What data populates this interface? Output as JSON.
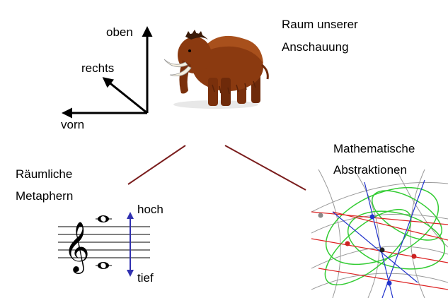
{
  "space_block": {
    "title_line1": "Raum unserer",
    "title_line2": "Anschauung",
    "axis_up": "oben",
    "axis_right": "rechts",
    "axis_front": "vorn",
    "figure_icon": "mammoth-icon"
  },
  "metaphor_block": {
    "title_line1": "Räumliche",
    "title_line2": "Metaphern",
    "high": "hoch",
    "low": "tief",
    "staff_icon": "treble-clef-icon"
  },
  "math_block": {
    "title_line1": "Mathematische",
    "title_line2": "Abstraktionen"
  },
  "colors": {
    "connector": "#7a1d1d",
    "pitch_arrow": "#3030b0",
    "mammoth_fur": "#8b3a10",
    "curve_green": "#33cc33",
    "line_red": "#dd2222",
    "line_blue": "#2233cc",
    "line_gray": "#999999"
  }
}
